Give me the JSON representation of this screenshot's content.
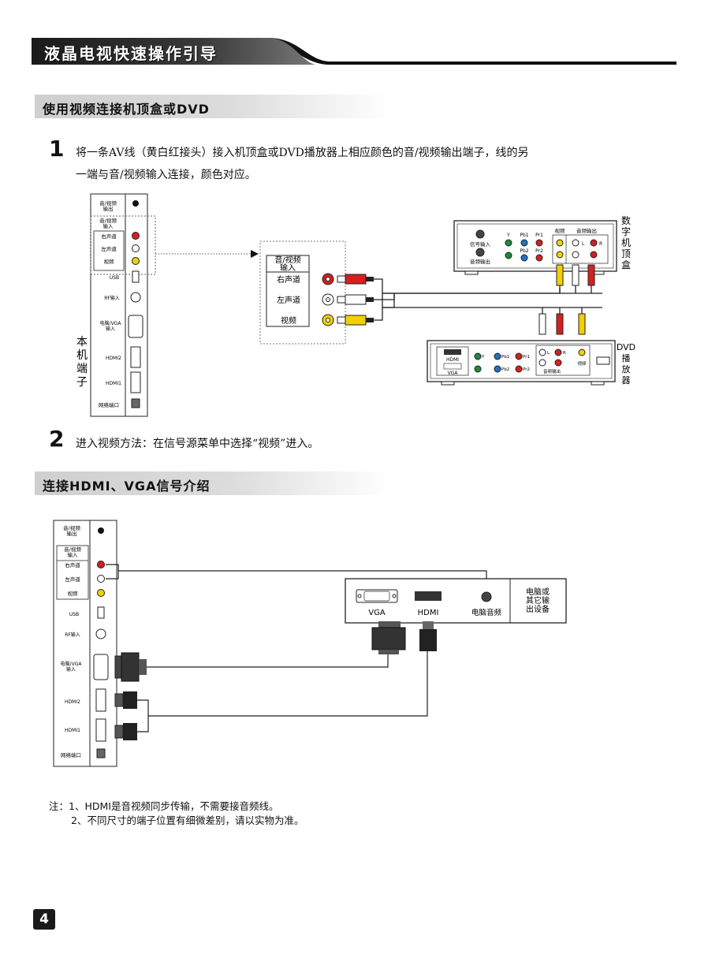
{
  "header": {
    "title": "液晶电视快速操作引导"
  },
  "section1": {
    "title": "使用视频连接机顶盒或DVD",
    "step1": {
      "number": "1",
      "line1": "将一条AV线（黄白红接头）接入机顶盒或DVD播放器上相应颜色的音/视频输出端子，线的另",
      "line2": "一端与音/视频输入连接，颜色对应。"
    },
    "step2": {
      "number": "2",
      "text": "进入视频方法：在信号源菜单中选择“视频”进入。"
    }
  },
  "diagram1": {
    "panel": {
      "av_out": "音/视频\n输出",
      "av_in": "音/视频\n输入",
      "right": "右声道",
      "left": "左声道",
      "video": "视频",
      "usb": "USB",
      "rf": "RF输入",
      "vga": "电脑/VGA\n输入",
      "hdmi2": "HDMI2",
      "hdmi1": "HDMI1",
      "network": "网络端口"
    },
    "side_label": "本机端子",
    "zoom": {
      "header": "音/视频\n输入",
      "right": "右声道",
      "left": "左声道",
      "video": "视频"
    },
    "stb": {
      "name": "数字机顶盒",
      "signal_in": "信号输入",
      "audio_out": "音频输出",
      "y": "Y",
      "pb1": "Pb1",
      "pr1": "Pr1",
      "pb2": "Pb2",
      "pr2": "Pr2",
      "video": "视频",
      "audio_out_group": "音频输出",
      "l": "L",
      "r": "R"
    },
    "dvd": {
      "name": "DVD播放器",
      "hdmi": "HDMI",
      "vga": "VGA",
      "y": "Y",
      "pb1": "Pb1",
      "pr1": "Pr1",
      "pb2": "Pb2",
      "pr2": "Pr2",
      "l": "L",
      "r": "R",
      "video": "视频",
      "audio_out": "音频输出"
    }
  },
  "section2": {
    "title": "连接HDMI、VGA信号介绍"
  },
  "diagram2": {
    "device": {
      "vga": "VGA",
      "hdmi": "HDMI",
      "audio": "电脑音频",
      "name": "电脑或\n其它输\n出设备"
    }
  },
  "notes": {
    "line1": "注：1、HDMI是音视频同步传输，不需要接音频线。",
    "line2": "2、不同尺寸的端子位置有细微差别，请以实物为准。"
  },
  "page_number": "4",
  "colors": {
    "red": "#d42020",
    "yellow": "#f2d000",
    "white": "#ffffff",
    "green": "#1e8a3c",
    "blue": "#1f72c4",
    "dark": "#111111"
  }
}
